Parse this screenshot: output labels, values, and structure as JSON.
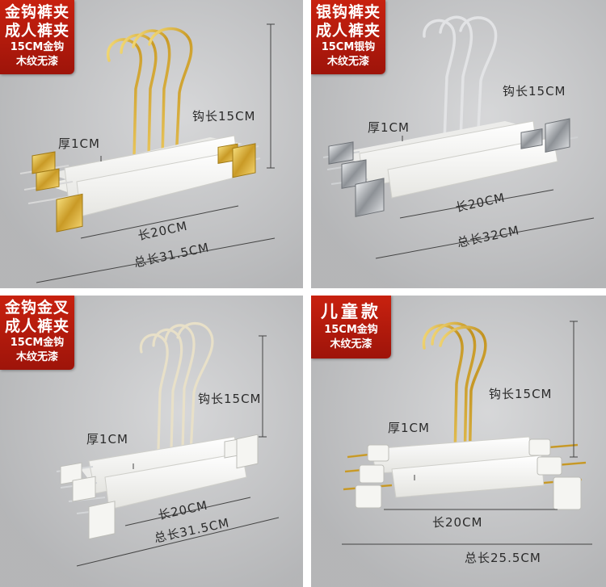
{
  "panels": [
    {
      "badge": [
        "金钩裤夹",
        "成人裤夹",
        "15CM金钩",
        "木纹无漆"
      ],
      "labels": {
        "thickness": "厚1CM",
        "hook": "钩长15CM",
        "length": "长20CM",
        "total": "总长31.5CM"
      }
    },
    {
      "badge": [
        "银钩裤夹",
        "成人裤夹",
        "15CM银钩",
        "木纹无漆"
      ],
      "labels": {
        "thickness": "厚1CM",
        "hook": "钩长15CM",
        "length": "长20CM",
        "total": "总长32CM"
      }
    },
    {
      "badge": [
        "金钩金叉",
        "成人裤夹",
        "15CM金钩",
        "木纹无漆"
      ],
      "labels": {
        "thickness": "厚1CM",
        "hook": "钩长15CM",
        "length": "长20CM",
        "total": "总长31.5CM"
      }
    },
    {
      "badge": [
        "儿童款",
        "15CM金钩",
        "木纹无漆"
      ],
      "labels": {
        "thickness": "厚1CM",
        "hook": "钩长15CM",
        "length": "长20CM",
        "total": "总长25.5CM"
      }
    }
  ],
  "colors": {
    "badge_red": "#b8190c",
    "gold": "#d9b13b",
    "silver": "#b9bcbf",
    "panel_bg": "#c9cacc",
    "hanger_white": "#f7f7f5"
  }
}
